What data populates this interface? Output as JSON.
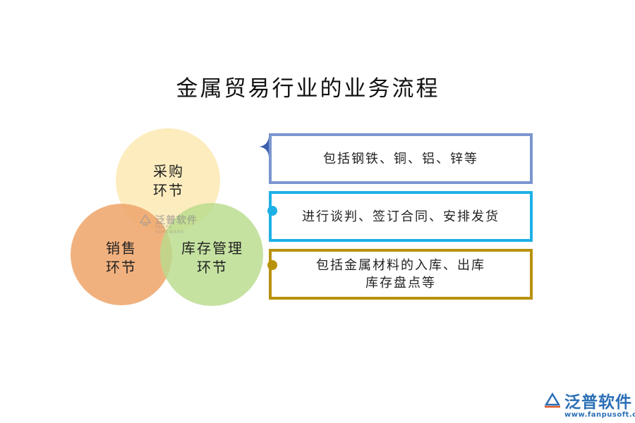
{
  "title": "金属贸易行业的业务流程",
  "circles": {
    "purchase": {
      "line1": "采购",
      "line2": "环节",
      "color": "#fde9b3"
    },
    "sales": {
      "line1": "销售",
      "line2": "环节",
      "color": "#f0a870"
    },
    "inventory": {
      "line1": "库存管理",
      "line2": "环节",
      "color": "#b8dc8c"
    }
  },
  "boxes": [
    {
      "text": "包括钢铁、铜、铝、锌等",
      "color": "#7b96cf"
    },
    {
      "text": "进行谈判、签订合同、安排发货",
      "color": "#1db0e6"
    },
    {
      "text": "包括金属材料的入库、出库\n库存盘点等",
      "color": "#b8920d"
    }
  ],
  "watermark": {
    "text": "泛普软件",
    "sub": "FANPU SOFTWARE"
  },
  "brand": {
    "name": "泛普软件",
    "url": "www.fanpusoft.com",
    "color": "#2b6fb6"
  }
}
